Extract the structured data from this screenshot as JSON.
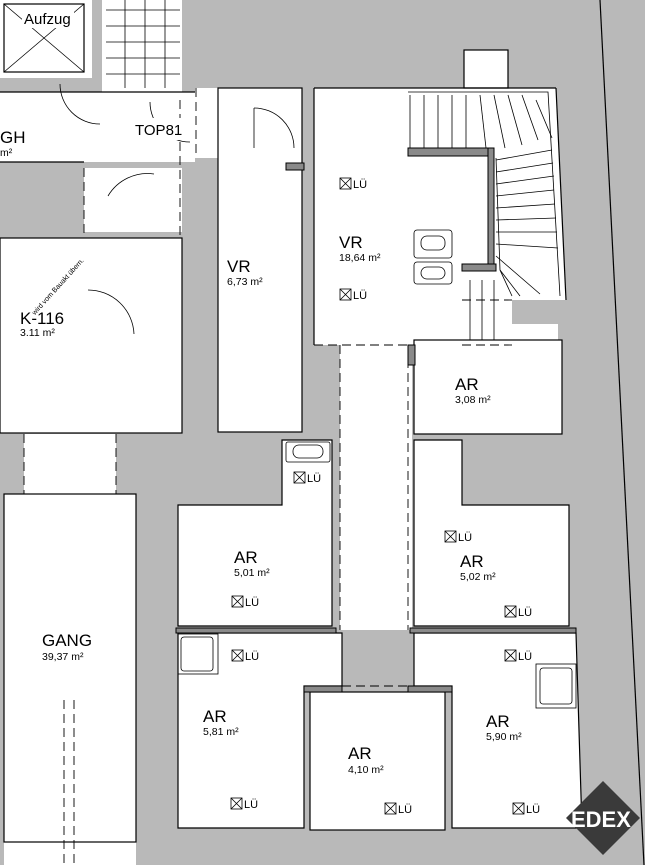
{
  "colors": {
    "wall": "#b9b9b9",
    "floor": "#ffffff",
    "line": "#000000",
    "logo_bg": "#3a3a3a",
    "logo_text": "#ffffff"
  },
  "elevator": {
    "label": "Aufzug"
  },
  "door_label": "TOP81",
  "rooms": {
    "gh": {
      "name": "GH",
      "area": "m²"
    },
    "k116": {
      "name": "K-116",
      "area": "3.11 m²",
      "note": "wird vom Bauakt übern."
    },
    "vr_left": {
      "name": "VR",
      "area": "6,73 m²"
    },
    "vr_main": {
      "name": "VR",
      "area": "18,64 m²"
    },
    "ar_308": {
      "name": "AR",
      "area": "3,08 m²"
    },
    "ar_501": {
      "name": "AR",
      "area": "5,01 m²"
    },
    "ar_502": {
      "name": "AR",
      "area": "5,02 m²"
    },
    "gang": {
      "name": "GANG",
      "area": "39,37 m²"
    },
    "ar_581": {
      "name": "AR",
      "area": "5,81 m²"
    },
    "ar_410": {
      "name": "AR",
      "area": "4,10 m²"
    },
    "ar_590": {
      "name": "AR",
      "area": "5,90 m²"
    }
  },
  "vent_label": "LÜ",
  "logo": {
    "text": "EDEX"
  }
}
